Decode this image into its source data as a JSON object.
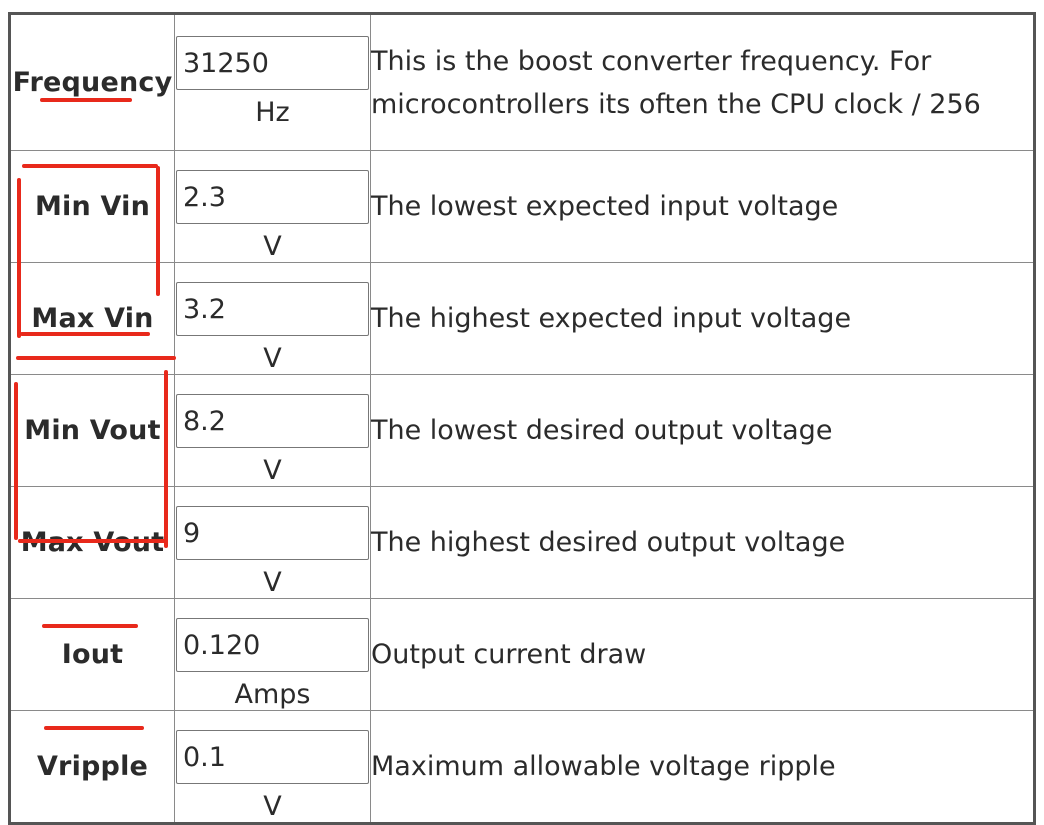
{
  "rows": [
    {
      "label": "Frequency",
      "value": "31250",
      "unit": "Hz",
      "description": "This is the boost converter frequency. For microcontrollers its often the CPU clock / 256"
    },
    {
      "label": "Min Vin",
      "value": "2.3",
      "unit": "V",
      "description": "The lowest expected input voltage"
    },
    {
      "label": "Max Vin",
      "value": "3.2",
      "unit": "V",
      "description": "The highest expected input voltage"
    },
    {
      "label": "Min Vout",
      "value": "8.2",
      "unit": "V",
      "description": "The lowest desired output voltage"
    },
    {
      "label": "Max Vout",
      "value": "9",
      "unit": "V",
      "description": "The highest desired output voltage"
    },
    {
      "label": "Iout",
      "value": "0.120",
      "unit": "Amps",
      "description": "Output current draw"
    },
    {
      "label": "Vripple",
      "value": "0.1",
      "unit": "V",
      "description": "Maximum allowable voltage ripple"
    }
  ],
  "annotation_color": "#e8291b"
}
